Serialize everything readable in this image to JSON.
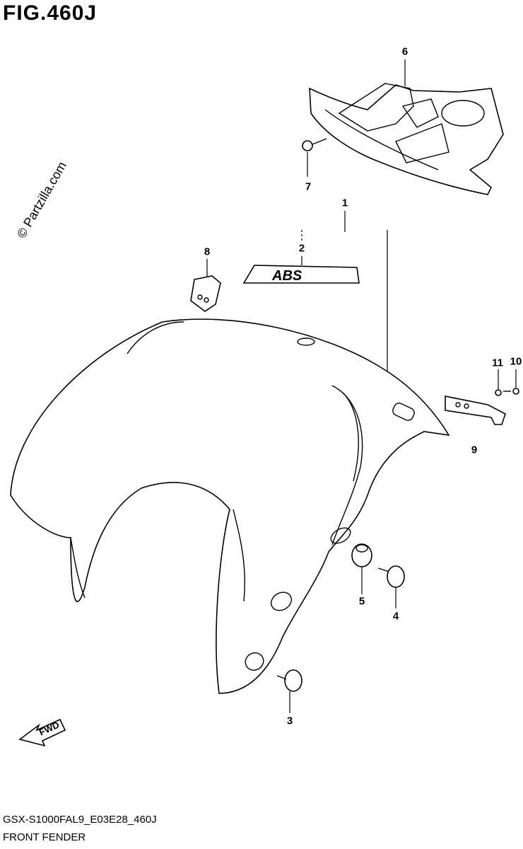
{
  "figure": {
    "title": "FIG.460J",
    "watermark": "© Partzilla.com",
    "footer_code": "GSX-S1000FAL9_E03E28_460J",
    "footer_name": "FRONT FENDER",
    "fwd_label": "FWD",
    "emblem_text": "ABS"
  },
  "callouts": [
    {
      "id": "1",
      "label": "1"
    },
    {
      "id": "2",
      "label": "2"
    },
    {
      "id": "3",
      "label": "3"
    },
    {
      "id": "4",
      "label": "4"
    },
    {
      "id": "5",
      "label": "5"
    },
    {
      "id": "6",
      "label": "6"
    },
    {
      "id": "7",
      "label": "7"
    },
    {
      "id": "8",
      "label": "8"
    },
    {
      "id": "9",
      "label": "9"
    },
    {
      "id": "10",
      "label": "10"
    },
    {
      "id": "11",
      "label": "11"
    }
  ]
}
